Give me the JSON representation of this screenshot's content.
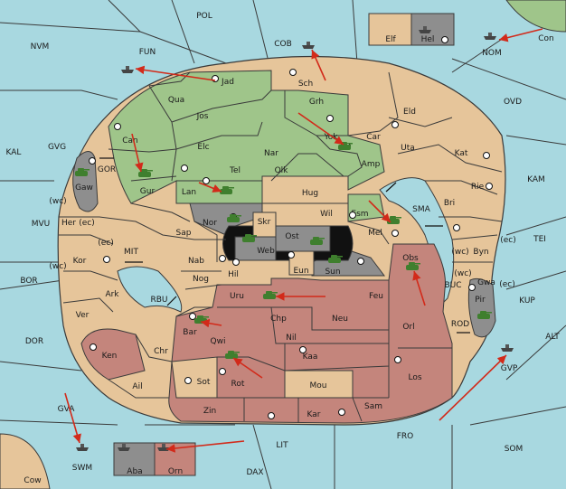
{
  "colors": {
    "sea": "#a8d8e0",
    "neutral": "#e6c59a",
    "green_power": "#9fc58a",
    "red_power": "#c4857c",
    "grey_power": "#8e8e8e",
    "black_power": "#111111",
    "border": "#3a3a3a",
    "order_arrow": "#d22a1a",
    "tank_green": "#3f7f2e"
  },
  "sea_zones": [
    "POL",
    "NVM",
    "FUN",
    "COB",
    "NOM",
    "Con",
    "KAL",
    "GVG",
    "OVD",
    "KAM",
    "TEI",
    "MVU",
    "BOR",
    "KUP",
    "DOR",
    "ALT",
    "GVA",
    "FRO",
    "SOM",
    "LIT",
    "DAX",
    "SWM",
    "Cow",
    "GVP",
    "GOR",
    "SMA",
    "MIT",
    "RBU",
    "BUC",
    "ROD",
    "(wc)",
    "(ec)"
  ],
  "provinces": {
    "neutral": [
      "Elf",
      "Jad",
      "Sch",
      "Jos",
      "Nar",
      "Car",
      "Eld",
      "Uta",
      "Kat",
      "Rie",
      "Bri",
      "Byn",
      "Gwa",
      "Olk",
      "Hug",
      "Wil",
      "Sap",
      "Nab",
      "Nog",
      "Hil",
      "Her",
      "Kor",
      "Ark",
      "Ver",
      "Chr",
      "Ail",
      "Sot",
      "Mou",
      "Kaa",
      "Sam",
      "Mel"
    ],
    "green": [
      "Qua",
      "Grh",
      "Can",
      "Elc",
      "Tel",
      "Yok",
      "Amp",
      "Gur",
      "Lan",
      "Esm"
    ],
    "red": [
      "Obs",
      "Feu",
      "Uru",
      "Chp",
      "Neu",
      "Nil",
      "Bar",
      "Qwi",
      "Orl",
      "Los",
      "Rot",
      "Ken",
      "Zin",
      "Kar"
    ],
    "grey": [
      "Hel",
      "Gaw",
      "Nor",
      "Sun",
      "Pir",
      "Aba"
    ],
    "black": [
      "Skr",
      "Ost",
      "Web"
    ],
    "red_home": [
      "Orn"
    ],
    "beige_box": [
      "Eun"
    ]
  },
  "cities": [
    "Jad",
    "Sch",
    "Grh",
    "Can",
    "Yok",
    "Elc",
    "Tel",
    "Lan",
    "Kat",
    "Rie",
    "Uta",
    "Byn",
    "Pir",
    "Sot",
    "Zin",
    "Kar",
    "Sam",
    "Kaa",
    "Rot",
    "Ken",
    "Bar",
    "Mel",
    "Wil",
    "Nor",
    "Sun",
    "Obs",
    "Hil",
    "Kor",
    "Hel",
    "Nom",
    "Gaw"
  ],
  "units": {
    "tanks_green": [
      "Gaw",
      "Gur",
      "Lan",
      "Yok",
      "Nor",
      "Web",
      "Ost",
      "Sun",
      "Obs",
      "Uru",
      "Bar",
      "Qwi",
      "Esm",
      "Pir"
    ],
    "ships": [
      "Jad-sea",
      "COB",
      "Con",
      "GVP",
      "GVA",
      "Aba",
      "Orn",
      "Hel"
    ]
  }
}
